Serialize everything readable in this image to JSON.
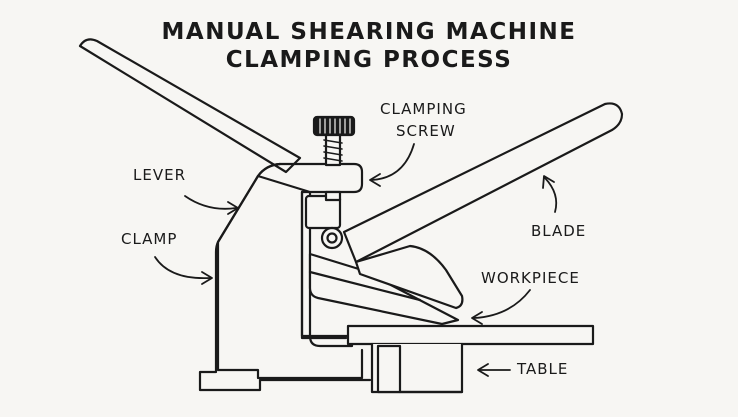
{
  "title": {
    "line1": "MANUAL SHEARING MACHINE",
    "line2": "CLAMPING PROCESS"
  },
  "labels": {
    "clamping_screw_1": "CLAMPING",
    "clamping_screw_2": "SCREW",
    "lever": "LEVER",
    "clamp": "CLAMP",
    "blade": "BLADE",
    "workpiece": "WORKPIECE",
    "table": "TABLE"
  },
  "colors": {
    "ink": "#1a1a1a",
    "background": "#f7f6f3",
    "fill": "#f7f6f3"
  }
}
